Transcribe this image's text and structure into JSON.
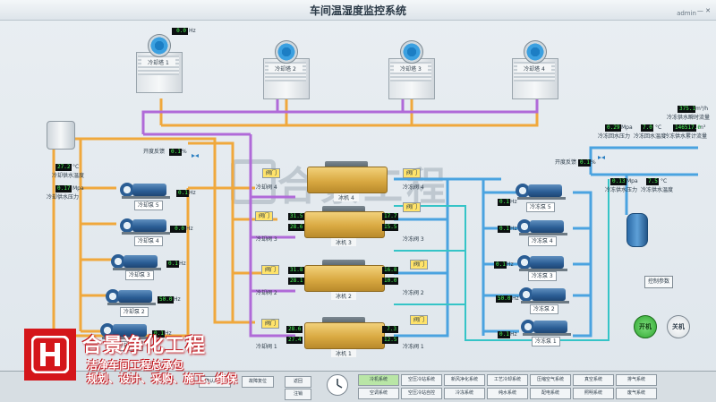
{
  "title": "车间温湿度监控系统",
  "user": "admin",
  "towers": [
    {
      "name": "冷却塔 1",
      "freq": "0.0",
      "unit": "Hz"
    },
    {
      "name": "冷却塔 2"
    },
    {
      "name": "冷却塔 3"
    },
    {
      "name": "冷却塔 4"
    }
  ],
  "left_panel": {
    "temp_value": "27.2",
    "temp_unit": "°C",
    "temp_label": "冷却供水温度",
    "press_value": "0.17",
    "press_unit": "Mpa",
    "press_label": "冷却供水压力"
  },
  "left_pumps": [
    {
      "name": "冷却泵 5",
      "value": "0.1",
      "unit": "Hz"
    },
    {
      "name": "冷却泵 4",
      "value": "0.0",
      "unit": "Hz"
    },
    {
      "name": "冷却泵 3",
      "value": "0.1",
      "unit": "Hz"
    },
    {
      "name": "冷却泵 2",
      "value": "50.0",
      "unit": "Hz"
    },
    {
      "name": "冷却泵 1",
      "value": "0.1",
      "unit": "Hz"
    }
  ],
  "chillers": [
    {
      "name": "冰机 4",
      "left_valve": "冷却阀 4",
      "right_valve": "冷冻阀 4",
      "in_tag": "阀门",
      "out_tag": "阀门"
    },
    {
      "name": "冰机 3",
      "left_valve": "冷却阀 3",
      "right_valve": "冷冻阀 3",
      "in_tag": "阀门",
      "out_tag": "阀门",
      "v1": "31.5",
      "v2": "28.6",
      "v3": "17.7",
      "v4": "15.5"
    },
    {
      "name": "冰机 2",
      "left_valve": "冷却阀 2",
      "right_valve": "冷冻阀 2",
      "in_tag": "阀门",
      "out_tag": "阀门",
      "v1": "31.8",
      "v2": "28.1",
      "v3": "16.8",
      "v4": "10.0"
    },
    {
      "name": "冰机 1",
      "left_valve": "冷却阀 1",
      "right_valve": "冷冻阀 1",
      "in_tag": "阀门",
      "out_tag": "阀门",
      "v1": "28.6",
      "v2": "27.4",
      "v3": "7.3",
      "v4": "12.5"
    }
  ],
  "bypass": {
    "label": "开度反馈",
    "value": "0.1",
    "unit": "%"
  },
  "bypass_right": {
    "label": "开度反馈",
    "value": "0.1",
    "unit": "%"
  },
  "right_panel": {
    "flow_value": "375.1",
    "flow_unit": "m³/h",
    "flow_label": "冷冻供水瞬时流量",
    "press_in": "0.29",
    "press_in_unit": "Mpa",
    "press_in_label": "冷冻回水压力",
    "temp_in": "7.0",
    "temp_in_unit": "°C",
    "temp_in_label": "冷冻回水温度",
    "total_flow": "146517.0",
    "total_flow_unit": "m³",
    "total_flow_label": "冷冻供水累计流量",
    "press_out": "0.13",
    "press_out_unit": "Mpa",
    "press_out_label": "冷冻供水压力",
    "temp_out": "7.5",
    "temp_out_unit": "°C",
    "temp_out_label": "冷冻供水温度"
  },
  "right_pumps": [
    {
      "name": "冷冻泵 5",
      "value": "0.1",
      "unit": "Hz"
    },
    {
      "name": "冷冻泵 4",
      "value": "0.1",
      "unit": "Hz"
    },
    {
      "name": "冷冻泵 3",
      "value": "0.1",
      "unit": "Hz"
    },
    {
      "name": "冷冻泵 2",
      "value": "50.0",
      "unit": "Hz"
    },
    {
      "name": "冷冻泵 1",
      "value": "0.1",
      "unit": "Hz"
    }
  ],
  "controls": {
    "params": "控制参数",
    "start": "开机",
    "stop": "关机"
  },
  "watermark": "合景工程",
  "brand": {
    "name": "合景净化工程",
    "line1": "洁净车间工程总承包",
    "line2": "规划、设计、采购、施工、维保"
  },
  "footer": {
    "buttons": [
      "确认/消声",
      "故障复位",
      "返回",
      "注销"
    ],
    "tabs_row1": [
      "冷机系统",
      "空压冷站系统",
      "新风净化系统",
      "工艺冷却系统",
      "压缩空气系统",
      "真空系统",
      "排气系统"
    ],
    "tabs_row2": [
      "空调系统",
      "空压冷站自控",
      "冷冻系统",
      "纯水系统",
      "配电系统",
      "照明系统",
      "废气系统"
    ]
  }
}
